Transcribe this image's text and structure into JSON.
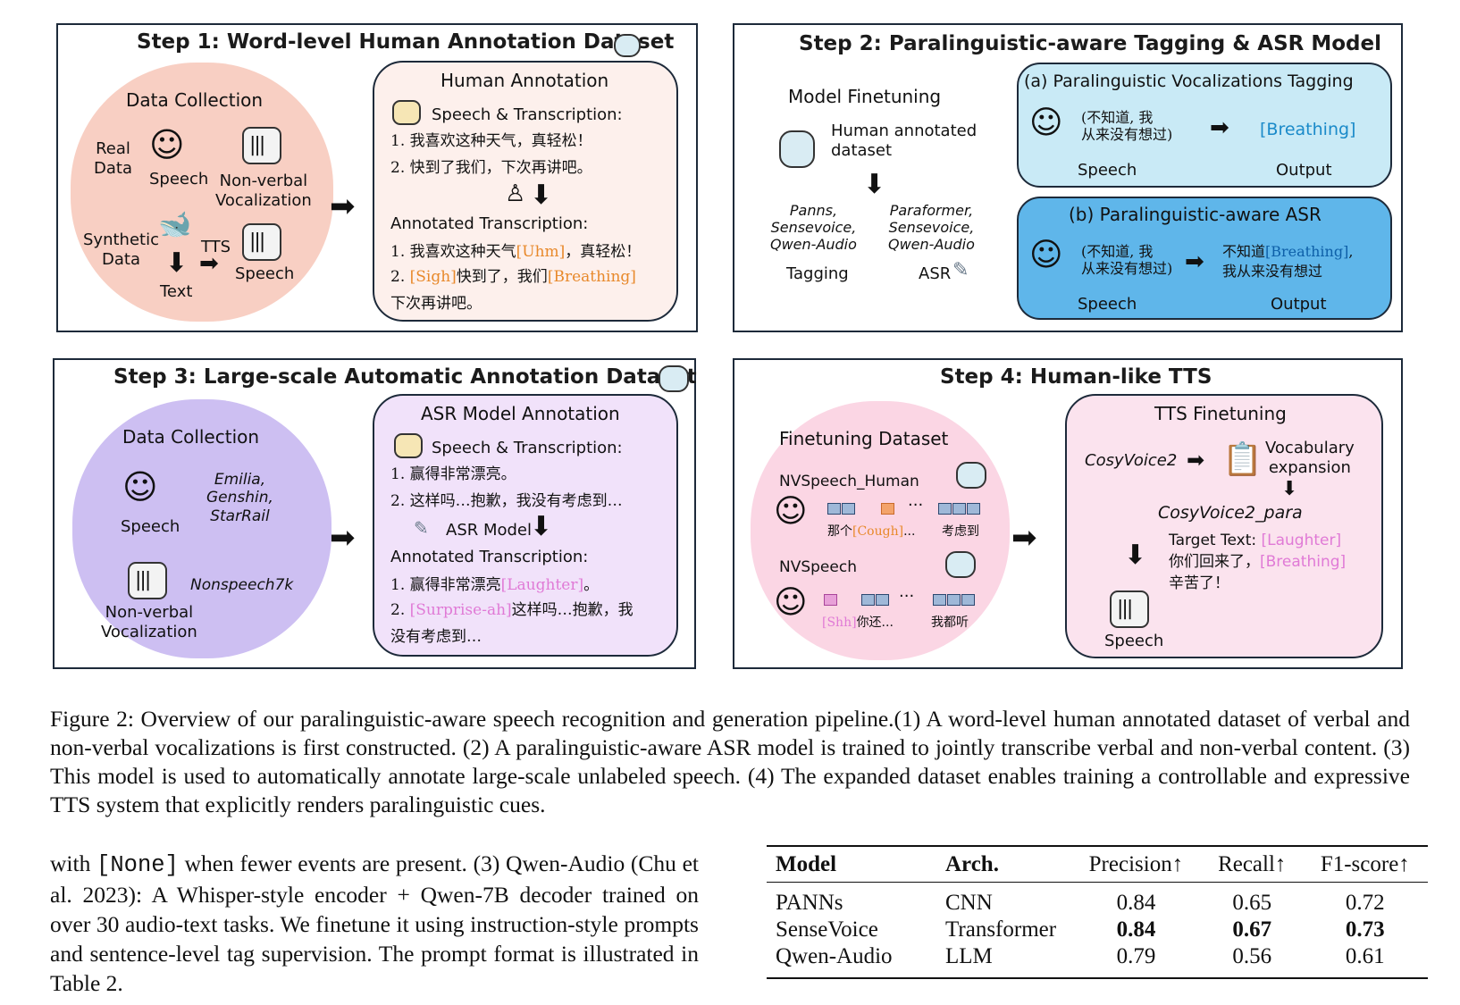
{
  "step1": {
    "title": "Step 1: Word-level Human Annotation Dataset",
    "data_collection": "Data Collection",
    "real_data": "Real\nData",
    "speech": "Speech",
    "non_verbal": "Non-verbal\nVocalization",
    "synthetic_data": "Synthetic\nData",
    "tts": "TTS",
    "speech2": "Speech",
    "text": "Text",
    "human_annotation": "Human Annotation",
    "speech_transcription": "Speech & Transcription:",
    "line1": "1. 我喜欢这种天气，真轻松！",
    "line2": "2. 快到了我们，下次再讲吧。",
    "annotated_transcription": "Annotated Transcription:",
    "ann1_a": "1. 我喜欢这种天气",
    "ann1_tag": "[Uhm]",
    "ann1_b": "，真轻松！",
    "ann2_a": "2. ",
    "ann2_tag1": "[Sigh]",
    "ann2_b": "快到了，我们",
    "ann2_tag2": "[Breathing]",
    "ann3": "下次再讲吧。"
  },
  "step2": {
    "title": "Step 2: Paralinguistic-aware Tagging & ASR Model",
    "model_finetuning": "Model Finetuning",
    "human_annotated": "Human annotated\ndataset",
    "tagging_models": "Panns,\nSensevoice,\nQwen-Audio",
    "tagging": "Tagging",
    "asr_models": "Paraformer,\nSensevoice,\nQwen-Audio",
    "asr": "ASR",
    "box_a_title": "(a) Paralinguistic Vocalizations Tagging",
    "box_a_input": "(不知道, 我\n从来没有想过)",
    "box_a_output": "[Breathing]",
    "box_a_speech": "Speech",
    "box_a_out_label": "Output",
    "box_b_title": "(b) Paralinguistic-aware ASR",
    "box_b_input": "(不知道, 我\n从来没有想过)",
    "box_b_out_a": "不知道",
    "box_b_out_tag": "[Breathing]",
    "box_b_out_b": ",",
    "box_b_out_c": "我从来没有想过",
    "box_b_speech": "Speech",
    "box_b_out_label": "Output"
  },
  "step3": {
    "title": "Step 3: Large-scale Automatic Annotation Dataset",
    "data_collection": "Data Collection",
    "speech": "Speech",
    "datasets": "Emilia,\nGenshin,\nStarRail",
    "non_verbal": "Non-verbal\nVocalization",
    "nonspeech": "Nonspeech7k",
    "asr_annotation": "ASR Model  Annotation",
    "speech_transcription": "Speech & Transcription:",
    "line1": "1. 赢得非常漂亮。",
    "line2": "2. 这样吗…抱歉，我没有考虑到…",
    "asr_model": "ASR Model",
    "annotated_transcription": "Annotated Transcription:",
    "ann1_a": "1. 赢得非常漂亮",
    "ann1_tag": "[Laughter]",
    "ann1_b": "。",
    "ann2_a": "2. ",
    "ann2_tag": "[Surprise-ah]",
    "ann2_b": "这样吗…抱歉，我",
    "ann3": "没有考虑到…"
  },
  "step4": {
    "title": "Step 4: Human-like TTS",
    "finetuning_dataset": "Finetuning Dataset",
    "nv_human": "NVSpeech_Human",
    "nv_human_cap_a": "那个",
    "nv_human_cap_tag": "[Cough]",
    "nv_human_cap_b": "...",
    "nv_human_cap_c": "考虑到",
    "nv_speech": "NVSpeech",
    "nv_speech_cap_tag": "[Shh]",
    "nv_speech_cap_a": "你还...",
    "nv_speech_cap_b": "我都听",
    "ellipsis": "···",
    "tts_finetuning": "TTS Finetuning",
    "cosyvoice2": "CosyVoice2",
    "vocab_expansion": "Vocabulary\nexpansion",
    "cosyvoice2_para": "CosyVoice2_para",
    "target_text": "Target Text:",
    "target_tag1": "[Laughter]",
    "target_line2": "你们回来了，",
    "target_tag2": "[Breathing]",
    "target_line3": "辛苦了！",
    "speech": "Speech"
  },
  "caption": "Figure 2: Overview of our paralinguistic-aware speech recognition and generation pipeline.(1) A word-level human annotated dataset of verbal and non-verbal vocalizations is first constructed. (2) A paralinguistic-aware ASR model is trained to jointly transcribe verbal and non-verbal content. (3) This model is used to automatically annotate large-scale unlabeled speech. (4) The expanded dataset enables training a controllable and expressive TTS system that explicitly renders paralinguistic cues.",
  "body_text": {
    "part1": "with ",
    "code": "[None]",
    "part2": " when fewer events are present. (3) Qwen-Audio (Chu et al. 2023): A Whisper-style encoder + Qwen-7B decoder trained on over 30 audio-text tasks. We finetune it using instruction-style prompts and sentence-level tag supervision. The prompt format is illustrated in Table  2."
  },
  "table": {
    "headers": [
      "Model",
      "Arch.",
      "Precision↑",
      "Recall↑",
      "F1-score↑"
    ],
    "rows": [
      [
        "PANNs",
        "CNN",
        "0.84",
        "0.65",
        "0.72"
      ],
      [
        "SenseVoice",
        "Transformer",
        "0.84",
        "0.67",
        "0.73"
      ],
      [
        "Qwen-Audio",
        "LLM",
        "0.79",
        "0.56",
        "0.61"
      ]
    ]
  },
  "colors": {
    "step1_blob": "#f8cfc3",
    "step1_box": "#fdf0ec",
    "step2_box_a": "#c9eaf6",
    "step2_box_b": "#5fb6ea",
    "step3_blob": "#cdbff2",
    "step3_box": "#f1e2fa",
    "step4_blob": "#fbd6e4",
    "step4_box": "#fbe3ee"
  }
}
